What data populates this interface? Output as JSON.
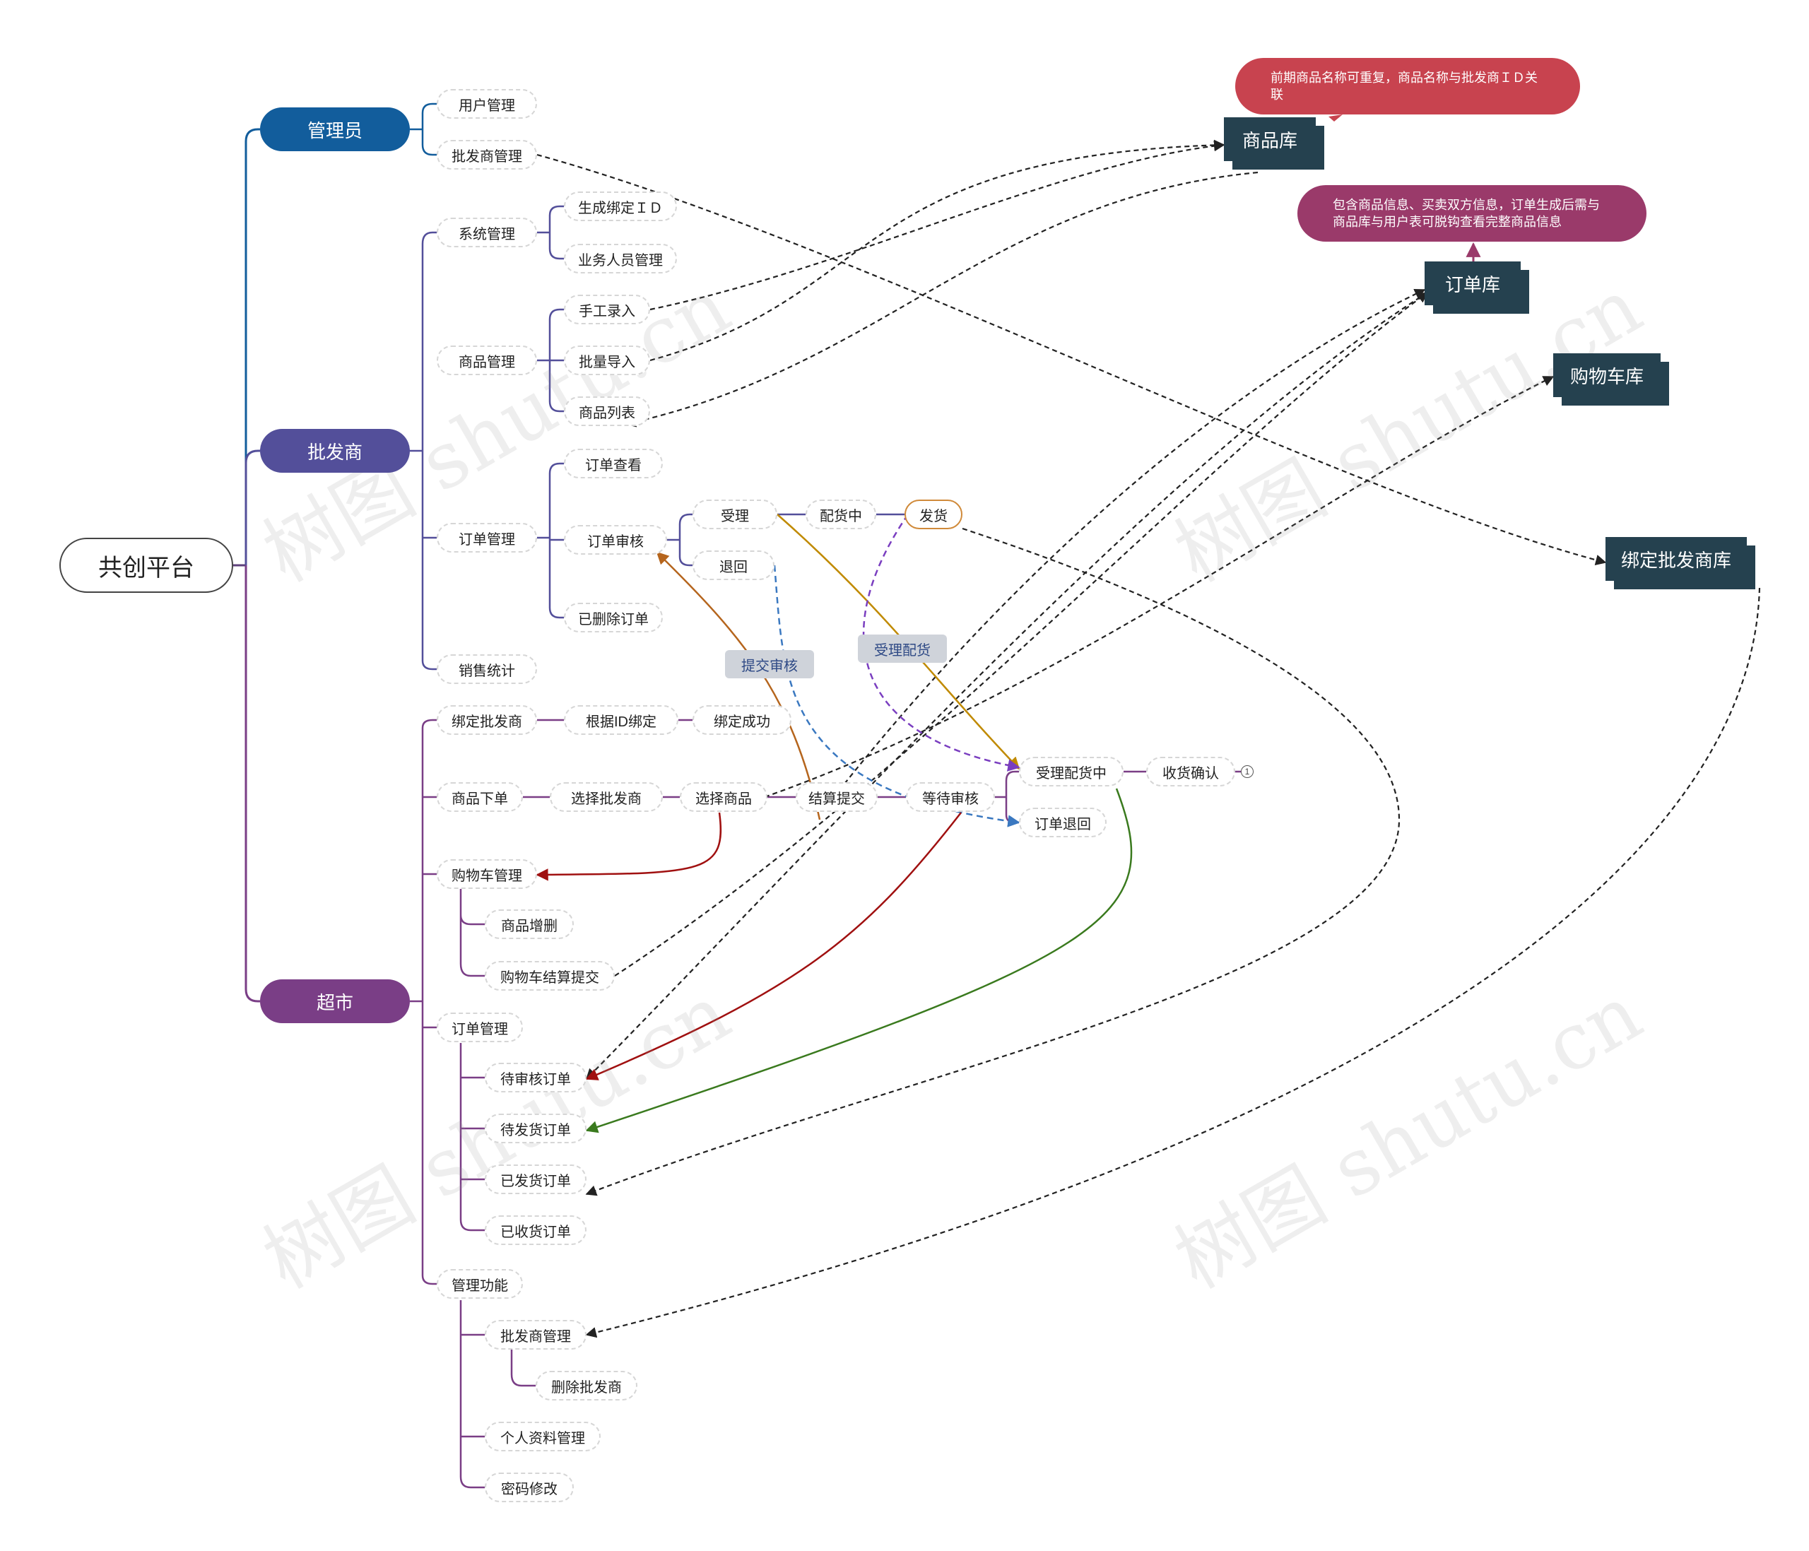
{
  "root": "共创平台",
  "branches": {
    "admin": "管理员",
    "wholesaler": "批发商",
    "supermarket": "超市"
  },
  "admin_items": {
    "user_mgmt": "用户管理",
    "wholesaler_mgmt": "批发商管理"
  },
  "wholesaler_items": {
    "system_mgmt": "系统管理",
    "gen_bind_id": "生成绑定ＩＤ",
    "staff_mgmt": "业务人员管理",
    "product_mgmt": "商品管理",
    "manual_entry": "手工录入",
    "batch_import": "批量导入",
    "product_list": "商品列表",
    "order_mgmt": "订单管理",
    "order_view": "订单查看",
    "order_review": "订单审核",
    "accept": "受理",
    "distributing": "配货中",
    "ship": "发货",
    "reject": "退回",
    "deleted_orders": "已删除订单",
    "sales_stats": "销售统计"
  },
  "supermarket_items": {
    "bind_wholesaler": "绑定批发商",
    "bind_by_id": "根据ID绑定",
    "bind_success": "绑定成功",
    "place_order": "商品下单",
    "choose_wholesaler": "选择批发商",
    "choose_product": "选择商品",
    "checkout_submit": "结算提交",
    "awaiting_review": "等待审核",
    "accepted_distributing": "受理配货中",
    "receipt_confirm": "收货确认",
    "order_returned": "订单退回",
    "cart_mgmt": "购物车管理",
    "product_add_del": "商品增删",
    "cart_checkout": "购物车结算提交",
    "order_mgmt": "订单管理",
    "pending_review_orders": "待审核订单",
    "pending_ship_orders": "待发货订单",
    "shipped_orders": "已发货订单",
    "received_orders": "已收货订单",
    "mgmt_functions": "管理功能",
    "wholesaler_mgmt": "批发商管理",
    "delete_wholesaler": "删除批发商",
    "profile_mgmt": "个人资料管理",
    "password_change": "密码修改"
  },
  "databases": {
    "product_db": "商品库",
    "order_db": "订单库",
    "cart_db": "购物车库",
    "bind_db": "绑定批发商库"
  },
  "notes": {
    "product_note": "前期商品名称可重复，商品名称与批发商ＩＤ关联",
    "order_note": "包含商品信息、买卖双方信息，订单生成后需与商品库与用户表可脱钩查看完整商品信息"
  },
  "relation_labels": {
    "submit_review": "提交审核",
    "accept_distribute": "受理配货"
  },
  "badge": "1",
  "watermark": "树图 shutu.cn",
  "colors": {
    "admin": "#125d9c",
    "wholesaler": "#534f9a",
    "supermarket": "#7a3e86",
    "product_note": "#c8434f",
    "order_note": "#9a3a6a",
    "db": "#25414f",
    "submit_review": "#b5651d",
    "accept_distribute": "#c08a00",
    "ship_flow": "#7a3ec0",
    "reject_flow": "#3a78c0",
    "cart_flow": "#a01010",
    "review_flow": "#a01010",
    "ship_orders_flow": "#3a7a1e"
  }
}
